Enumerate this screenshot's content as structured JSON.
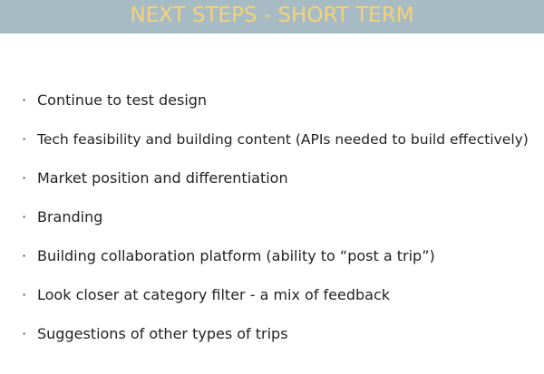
{
  "slide": {
    "title": "NEXT STEPS - SHORT TERM",
    "bullet_symbol": "·",
    "bullets": [
      "Continue to test design",
      "Tech feasibility and building content (APIs needed to build effectively)",
      "Market position and differentiation",
      "Branding",
      "Building collaboration platform (ability to “post a trip”)",
      "Look closer at category filter - a mix of feedback",
      "Suggestions of other types of trips"
    ]
  },
  "colors": {
    "header_background": "#a7bbc4",
    "title_text": "#f4d27a",
    "body_text": "#222222",
    "page_background": "#ffffff"
  }
}
